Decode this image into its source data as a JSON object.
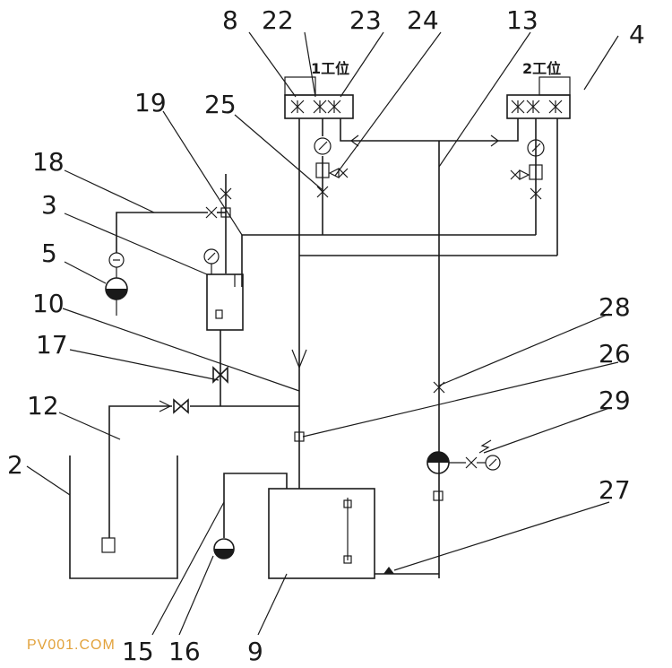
{
  "stations": {
    "station1": "1工位",
    "station2": "2工位"
  },
  "labels": {
    "n2": "2",
    "n3": "3",
    "n4": "4",
    "n5": "5",
    "n8": "8",
    "n9": "9",
    "n10": "10",
    "n12": "12",
    "n13": "13",
    "n15": "15",
    "n16": "16",
    "n17": "17",
    "n18": "18",
    "n19": "19",
    "n22": "22",
    "n23": "23",
    "n24": "24",
    "n25": "25",
    "n26": "26",
    "n27": "27",
    "n28": "28",
    "n29": "29"
  },
  "watermark": "PV001.COM",
  "colors": {
    "line": "#1a1a1a",
    "watermark": "#e2a23b"
  }
}
